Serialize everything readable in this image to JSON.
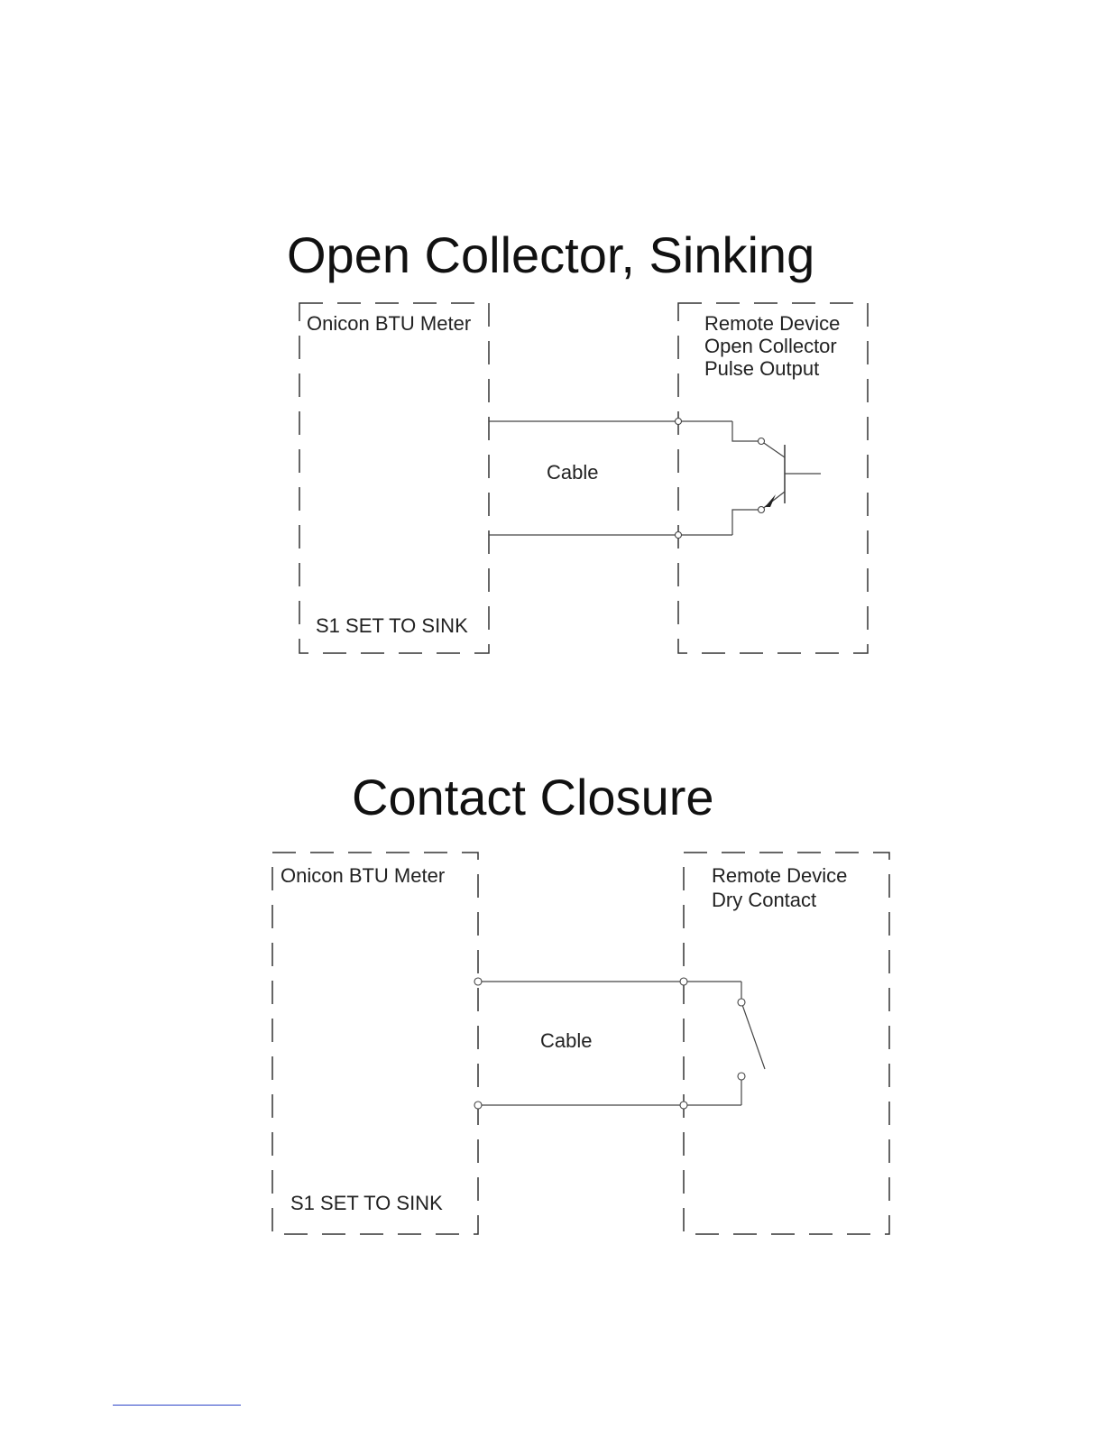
{
  "diagram1": {
    "title": "Open Collector, Sinking",
    "left_box": {
      "label": "Onicon BTU Meter",
      "note": "S1 SET TO SINK"
    },
    "right_box": {
      "lines": [
        "Remote Device",
        "Open Collector",
        "Pulse Output"
      ]
    },
    "cable_label": "Cable"
  },
  "diagram2": {
    "title": "Contact Closure",
    "left_box": {
      "label": "Onicon BTU Meter",
      "note": "S1 SET TO SINK"
    },
    "right_box": {
      "lines": [
        "Remote Device",
        "Dry Contact"
      ]
    },
    "cable_label": "Cable"
  }
}
